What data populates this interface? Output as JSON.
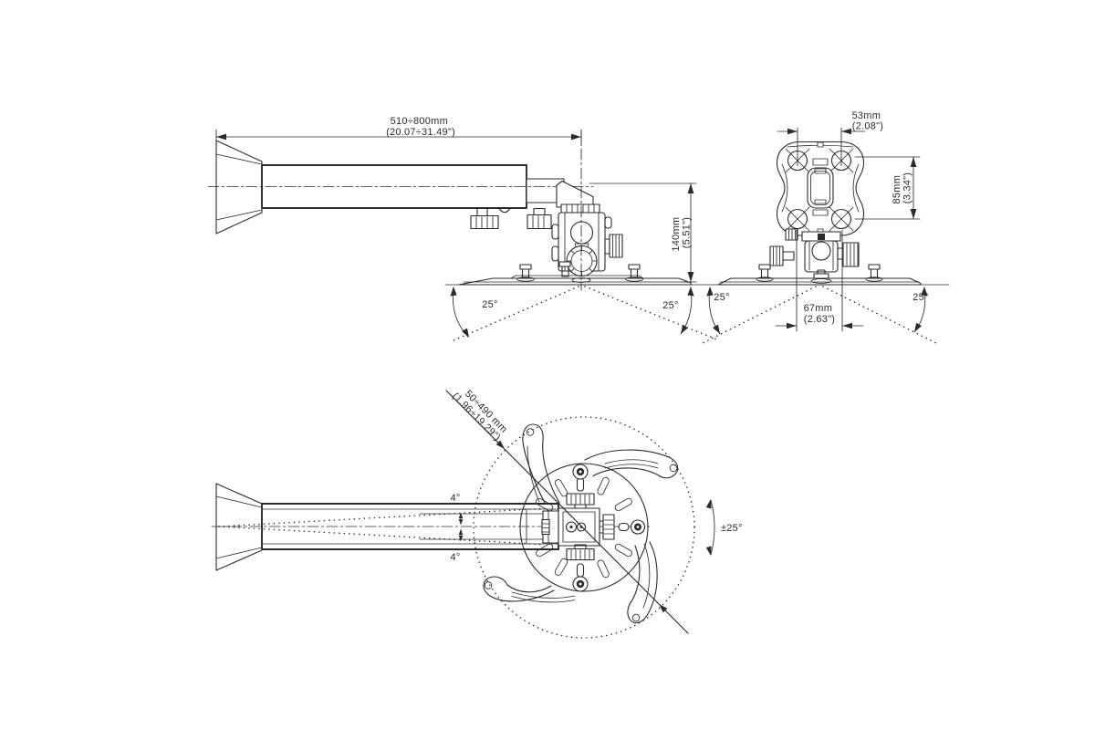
{
  "colors": {
    "background": "#ffffff",
    "line_color": "#2b2b2b"
  },
  "side_view": {
    "length_mm": "510÷800mm",
    "length_in": "(20.07÷31.49\")",
    "height_mm": "140mm",
    "height_in": "(5.51\")",
    "tilt_left": "25°",
    "tilt_right": "25°"
  },
  "front_view": {
    "hole_spacing_mm": "53mm",
    "hole_spacing_in": "(2.08\")",
    "plate_height_mm": "85mm",
    "plate_height_in": "(3.34\")",
    "offset_mm": "67mm",
    "offset_in": "(2.63\")",
    "tilt_left": "25°",
    "tilt_right": "25°"
  },
  "top_view": {
    "reach_mm": "50÷490 mm",
    "reach_in": "(1.96÷19.29\")",
    "yaw_top": "4°",
    "yaw_bottom": "4°",
    "swivel_range": "±25°"
  }
}
